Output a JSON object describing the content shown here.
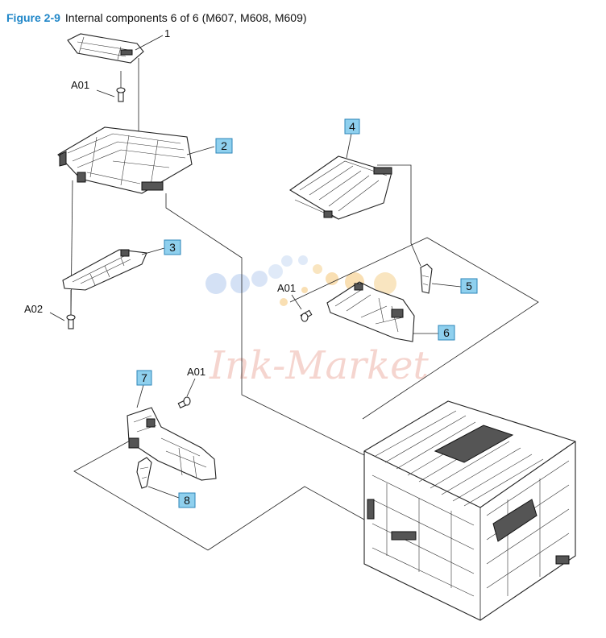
{
  "caption": {
    "figure_label": "Figure 2-9",
    "title": "Internal components 6 of 6 (M607, M608, M609)"
  },
  "callouts": {
    "c1": "1",
    "c2": "2",
    "c3": "3",
    "c4": "4",
    "c5": "5",
    "c6": "6",
    "c7": "7",
    "c8": "8"
  },
  "screw_refs": {
    "a01_top": "A01",
    "a02_left": "A02",
    "a01_right": "A01",
    "a01_bottom": "A01"
  },
  "watermark": {
    "text": "Ink-Market"
  },
  "colors": {
    "figure_label": "#1f86c8",
    "callout_fill": "#8fd0ee",
    "watermark": "#f2c8c0"
  }
}
